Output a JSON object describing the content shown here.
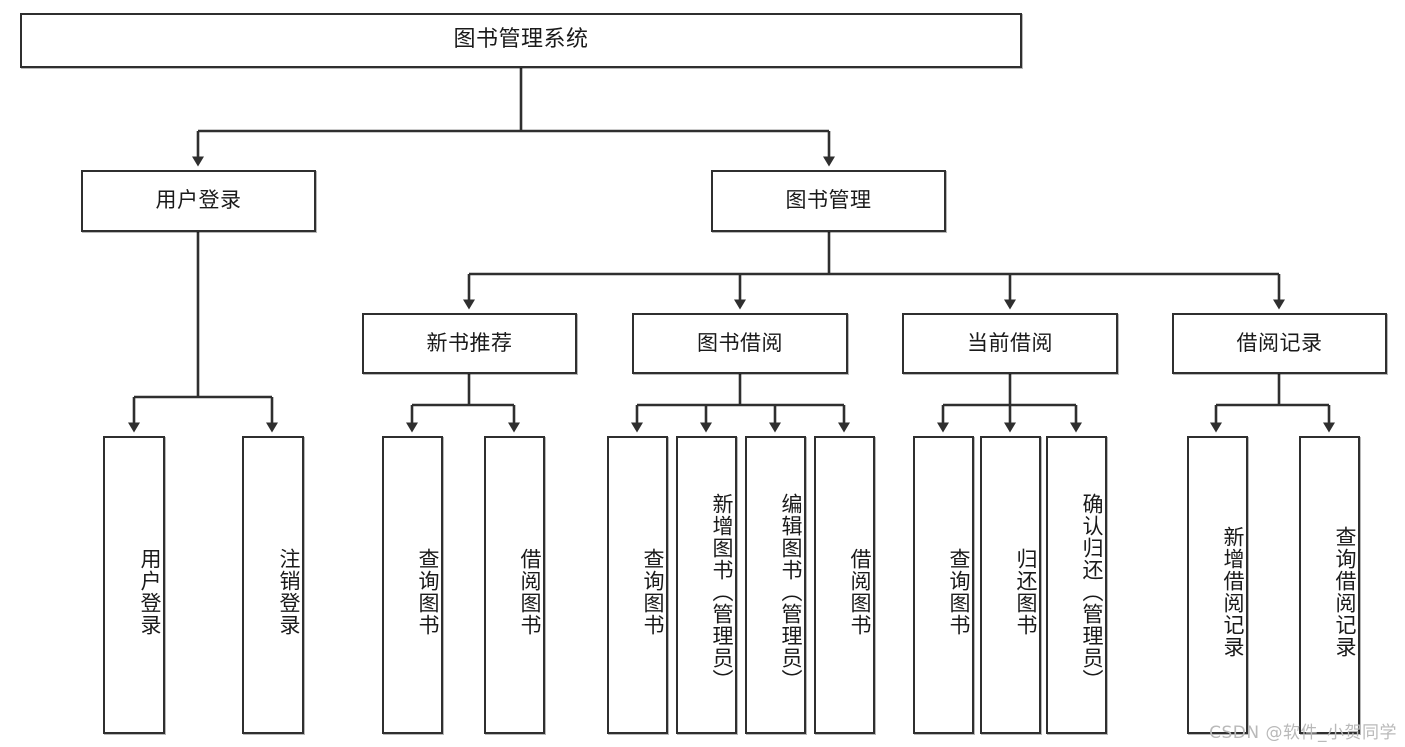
{
  "diagram": {
    "type": "hierarchy-tree",
    "title": "图书管理系统",
    "levels": 4,
    "root": {
      "id": "root",
      "label": "图书管理系统"
    },
    "level2": [
      {
        "id": "user-login",
        "label": "用户登录"
      },
      {
        "id": "book-manage",
        "label": "图书管理"
      }
    ],
    "level3": [
      {
        "id": "new-book-recommend",
        "label": "新书推荐"
      },
      {
        "id": "book-borrow",
        "label": "图书借阅"
      },
      {
        "id": "current-borrow",
        "label": "当前借阅"
      },
      {
        "id": "borrow-record",
        "label": "借阅记录"
      }
    ],
    "leaves": {
      "user_login": [
        {
          "id": "leaf-user-login",
          "label": "用户登录"
        },
        {
          "id": "leaf-logout",
          "label": "注销登录"
        }
      ],
      "new_book_recommend": [
        {
          "id": "leaf-query-book-1",
          "label": "查询图书"
        },
        {
          "id": "leaf-borrow-book-1",
          "label": "借阅图书"
        }
      ],
      "book_borrow": [
        {
          "id": "leaf-query-book-2",
          "label": "查询图书"
        },
        {
          "id": "leaf-add-book",
          "label": "新增图书（管理员）"
        },
        {
          "id": "leaf-edit-book",
          "label": "编辑图书（管理员）"
        },
        {
          "id": "leaf-borrow-book-2",
          "label": "借阅图书"
        }
      ],
      "current_borrow": [
        {
          "id": "leaf-query-book-3",
          "label": "查询图书"
        },
        {
          "id": "leaf-return-book",
          "label": "归还图书"
        },
        {
          "id": "leaf-confirm-return",
          "label": "确认归还（管理员）"
        }
      ],
      "borrow_record": [
        {
          "id": "leaf-add-record",
          "label": "新增借阅记录"
        },
        {
          "id": "leaf-query-record",
          "label": "查询借阅记录"
        }
      ]
    }
  },
  "watermark": {
    "text": "CSDN @软件_小贺同学"
  },
  "colors": {
    "border": "#2f2f2f",
    "background": "#ffffff",
    "text": "#1a1a1a",
    "connector": "#2f2f2f",
    "watermark": "#b9b9b9"
  }
}
